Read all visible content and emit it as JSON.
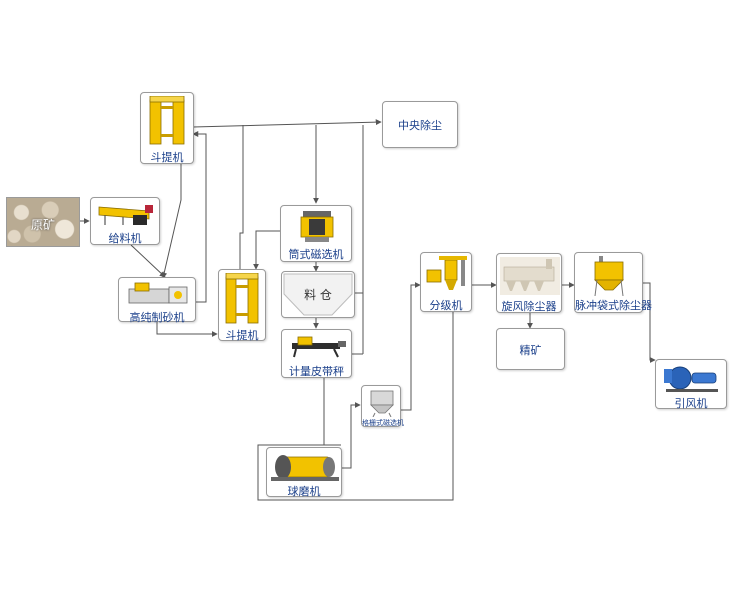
{
  "nodes": {
    "raw_ore": "原矿",
    "bucket_elevator_1": "斗提机",
    "feeder": "给料机",
    "sand_maker": "高纯制砂机",
    "bucket_elevator_2": "斗提机",
    "drum_magnetic_separator": "筒式磁选机",
    "silo": "料 仓",
    "belt_scale": "计量皮带秤",
    "ball_mill": "球磨机",
    "grid_magnetic_separator": "格栅式磁选机",
    "classifier": "分级机",
    "cyclone_dust_collector": "旋风除尘器",
    "pulse_bag_dust_collector": "脉冲袋式除尘器",
    "induced_draft_fan": "引风机",
    "concentrate": "精矿",
    "central_dust_removal": "中央除尘"
  },
  "colors": {
    "label": "#1a3f8a",
    "line": "#555555",
    "equipment_yellow": "#f2c200",
    "fan_blue": "#2a63b8"
  }
}
